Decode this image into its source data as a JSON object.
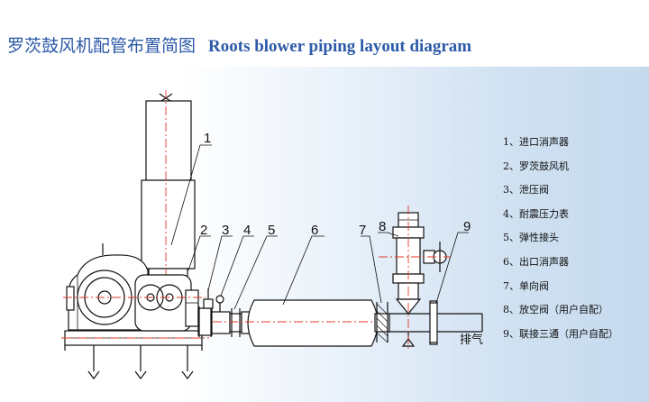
{
  "title": {
    "chinese": "罗茨鼓风机配管布置简图",
    "english": "Roots blower piping layout diagram"
  },
  "callouts": [
    "1",
    "2",
    "3",
    "4",
    "5",
    "6",
    "7",
    "8",
    "9"
  ],
  "outlet_label": "排气",
  "legend": [
    "1、进口消声器",
    "2、罗茨鼓风机",
    "3、泄压阀",
    "4、耐震压力表",
    "5、弹性接头",
    "6、出口消声器",
    "7、单向阀",
    "8、放空阀（用户自配）",
    "9、联接三通（用户自配）"
  ],
  "colors": {
    "title": "#2c5aa8",
    "line": "#111111",
    "centerline": "#e03a2a",
    "panel_gradient_end": "#c6daee"
  }
}
